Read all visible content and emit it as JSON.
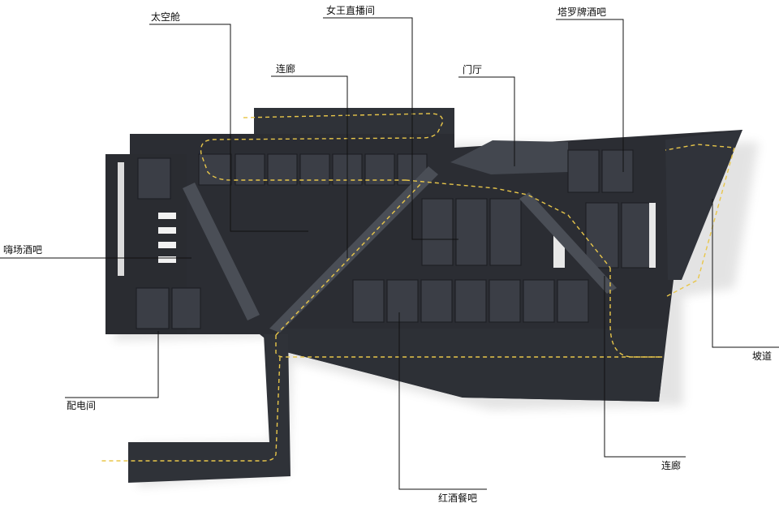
{
  "colors": {
    "background": "#ffffff",
    "model_dark": "#2b2d33",
    "model_mid": "#3a3d44",
    "model_light": "#4a4e56",
    "path_dash": "#e8c64a",
    "leader": "#111111"
  },
  "labels": {
    "space_capsule": "太空舱",
    "queen_live_room": "女王直播间",
    "tarot_bar": "塔罗牌酒吧",
    "corridor_top": "连廊",
    "lobby": "门厅",
    "party_bar": "嗨场酒吧",
    "distribution_room": "配电间",
    "ramp": "坡道",
    "corridor_bottom": "连廊",
    "wine_dining_bar": "红酒餐吧"
  }
}
